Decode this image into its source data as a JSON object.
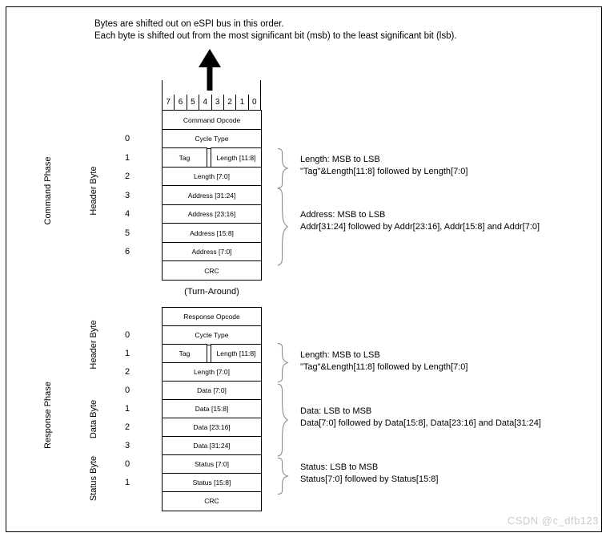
{
  "header": {
    "line1": "Bytes are shifted out on eSPI bus in this order.",
    "line2": "Each byte is shifted out from the most significant bit (msb) to the least significant bit (lsb)."
  },
  "bits": [
    "7",
    "6",
    "5",
    "4",
    "3",
    "2",
    "1",
    "0"
  ],
  "command": {
    "phase_label": "Command Phase",
    "header_byte_label": "Header Byte",
    "rows": [
      {
        "byte": "",
        "label": "Command Opcode"
      },
      {
        "byte": "0",
        "label": "Cycle Type"
      },
      {
        "byte": "1",
        "left": "Tag",
        "right": "Length [11:8]"
      },
      {
        "byte": "2",
        "label": "Length [7:0]"
      },
      {
        "byte": "3",
        "label": "Address [31:24]"
      },
      {
        "byte": "4",
        "label": "Address [23:16]"
      },
      {
        "byte": "5",
        "label": "Address [15:8]"
      },
      {
        "byte": "6",
        "label": "Address [7:0]"
      },
      {
        "byte": "",
        "label": "CRC"
      }
    ],
    "annotations": [
      {
        "line1": "Length: MSB to LSB",
        "line2": "\"Tag\"&Length[11:8] followed by Length[7:0]"
      },
      {
        "line1": "Address: MSB to LSB",
        "line2": "Addr[31:24] followed by Addr[23:16], Addr[15:8] and Addr[7:0]"
      }
    ]
  },
  "turn_around": "(Turn-Around)",
  "response": {
    "phase_label": "Response Phase",
    "group_labels": {
      "header": "Header Byte",
      "data": "Data Byte",
      "status": "Status Byte"
    },
    "rows": [
      {
        "byte": "",
        "label": "Response Opcode"
      },
      {
        "byte": "0",
        "label": "Cycle Type"
      },
      {
        "byte": "1",
        "left": "Tag",
        "right": "Length [11:8]"
      },
      {
        "byte": "2",
        "label": "Length [7:0]"
      },
      {
        "byte": "0",
        "label": "Data [7:0]"
      },
      {
        "byte": "1",
        "label": "Data [15:8]"
      },
      {
        "byte": "2",
        "label": "Data [23:16]"
      },
      {
        "byte": "3",
        "label": "Data [31:24]"
      },
      {
        "byte": "0",
        "label": "Status [7:0]"
      },
      {
        "byte": "1",
        "label": "Status [15:8]"
      },
      {
        "byte": "",
        "label": "CRC"
      }
    ],
    "annotations": [
      {
        "line1": "Length: MSB to LSB",
        "line2": "\"Tag\"&Length[11:8] followed by Length[7:0]"
      },
      {
        "line1": "Data: LSB to MSB",
        "line2": "Data[7:0] followed by Data[15:8], Data[23:16] and Data[31:24]"
      },
      {
        "line1": "Status: LSB to MSB",
        "line2": "Status[7:0] followed by Status[15:8]"
      }
    ]
  },
  "watermark": "CSDN @c_dfb123",
  "colors": {
    "line": "#000000",
    "brace": "#8a8a8a",
    "watermark": "#cbcbcb"
  }
}
